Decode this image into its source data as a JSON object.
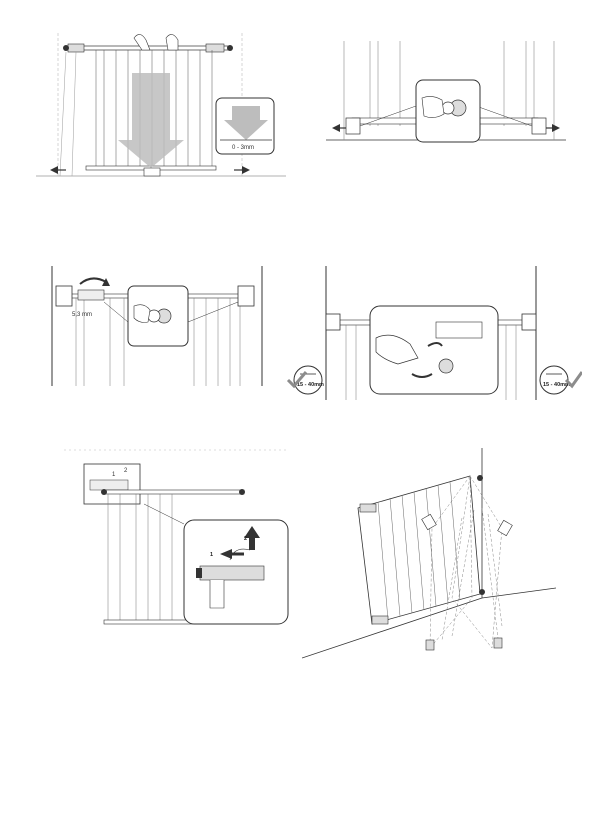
{
  "steps": [
    {
      "id": 1,
      "callout_text": "0 - 3mm"
    },
    {
      "id": 2
    },
    {
      "id": 3,
      "gap_text": "5,3 mm"
    },
    {
      "id": 4,
      "left_range": "15 - 40mm",
      "right_range": "15 - 40mm"
    },
    {
      "id": 5,
      "arrow_labels": [
        "1",
        "2"
      ],
      "callout_arrow_labels": [
        "1",
        "2"
      ]
    },
    {
      "id": 6
    }
  ],
  "colors": {
    "line": "#333333",
    "light": "#9a9a9a",
    "arrow_fill": "#bdbdbd",
    "check": "#8c8c8c"
  }
}
